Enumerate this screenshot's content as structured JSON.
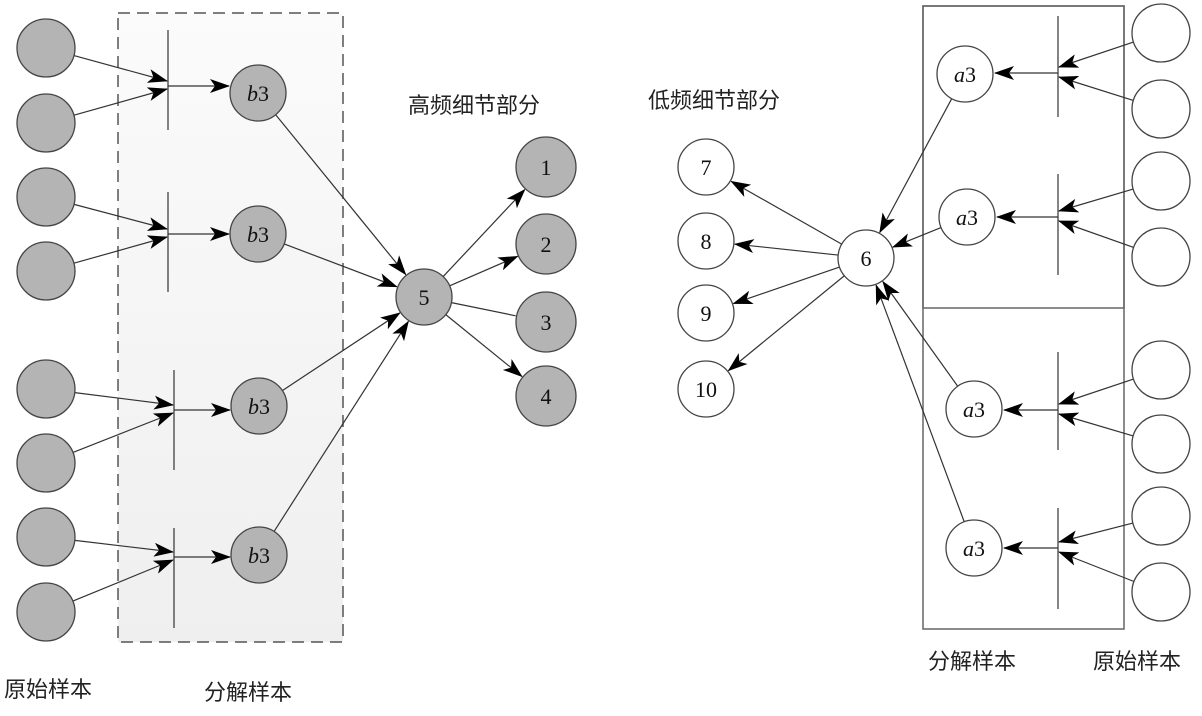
{
  "labels": {
    "high_freq_title": "高频细节部分",
    "low_freq_title": "低频细节部分",
    "left_original": "原始样本",
    "left_decomposed": "分解样本",
    "right_decomposed": "分解样本",
    "right_original": "原始样本"
  },
  "colors": {
    "gray_fill": "#b4b4b4",
    "white_fill": "#ffffff",
    "stroke": "#444444",
    "dashed_box_fill": "#f3f3f3"
  },
  "left_panel": {
    "original_samples_count": 8,
    "decomposed_nodes": [
      {
        "prefix": "b",
        "suffix": "3"
      },
      {
        "prefix": "b",
        "suffix": "3"
      },
      {
        "prefix": "b",
        "suffix": "3"
      },
      {
        "prefix": "b",
        "suffix": "3"
      }
    ],
    "hub": "5",
    "outputs": [
      "1",
      "2",
      "3",
      "4"
    ]
  },
  "right_panel": {
    "original_samples_count": 8,
    "decomposed_nodes": [
      {
        "prefix": "a",
        "suffix": "3"
      },
      {
        "prefix": "a",
        "suffix": "3"
      },
      {
        "prefix": "a",
        "suffix": "3"
      },
      {
        "prefix": "a",
        "suffix": "3"
      }
    ],
    "hub": "6",
    "outputs": [
      "7",
      "8",
      "9",
      "10"
    ]
  }
}
